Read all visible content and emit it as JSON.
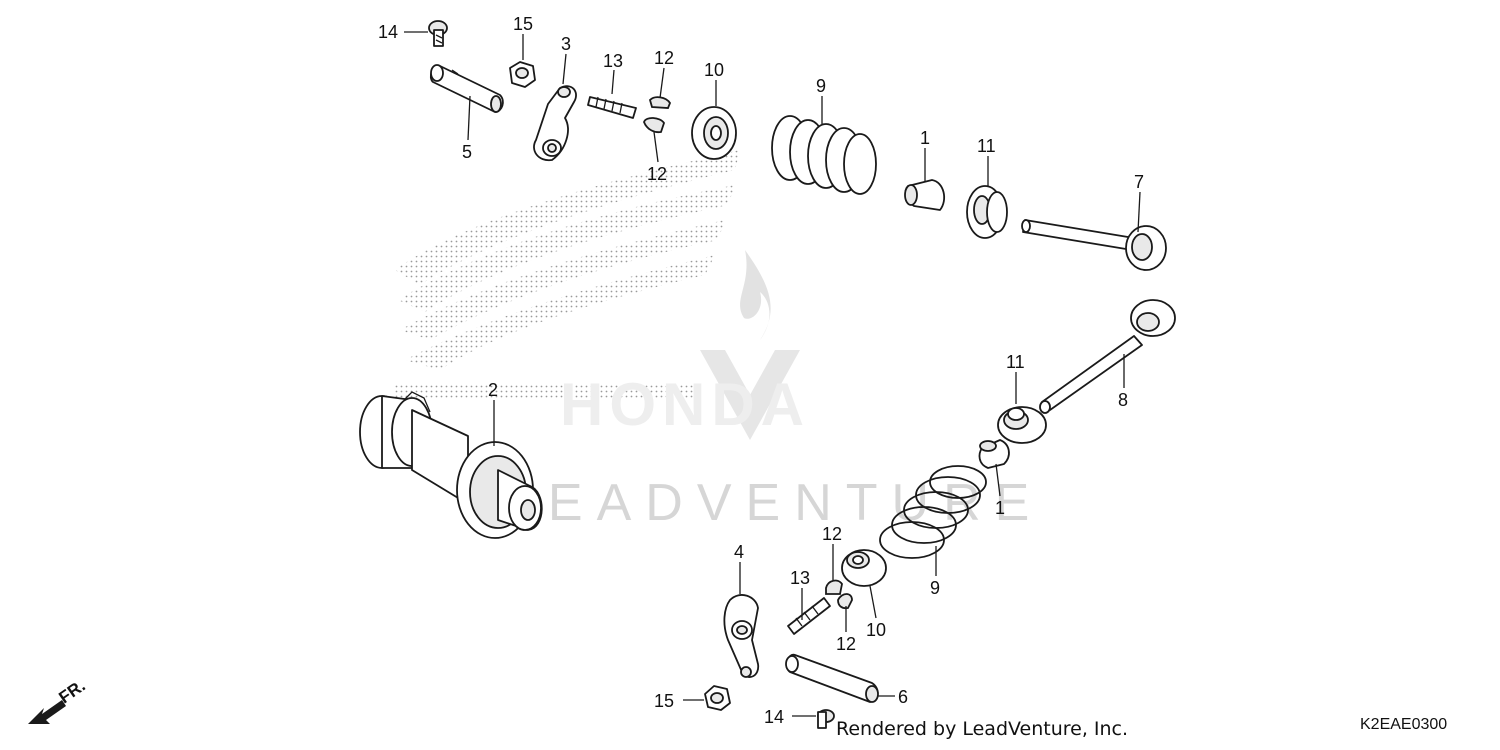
{
  "diagram_code": "K2EAE0300",
  "credit": "Rendered by LeadVenture, Inc.",
  "watermark": {
    "wordmark": "LEADVENTURE",
    "brand": "HONDA"
  },
  "direction_label": "FR.",
  "callouts": {
    "p1a": "1",
    "p1b": "1",
    "p2": "2",
    "p3": "3",
    "p4": "4",
    "p5": "5",
    "p6": "6",
    "p7": "7",
    "p8": "8",
    "p9a": "9",
    "p9b": "9",
    "p10a": "10",
    "p10b": "10",
    "p11a": "11",
    "p11b": "11",
    "p12a": "12",
    "p12b": "12",
    "p12c": "12",
    "p12d": "12",
    "p13a": "13",
    "p13b": "13",
    "p14a": "14",
    "p14b": "14",
    "p15a": "15",
    "p15b": "15"
  }
}
